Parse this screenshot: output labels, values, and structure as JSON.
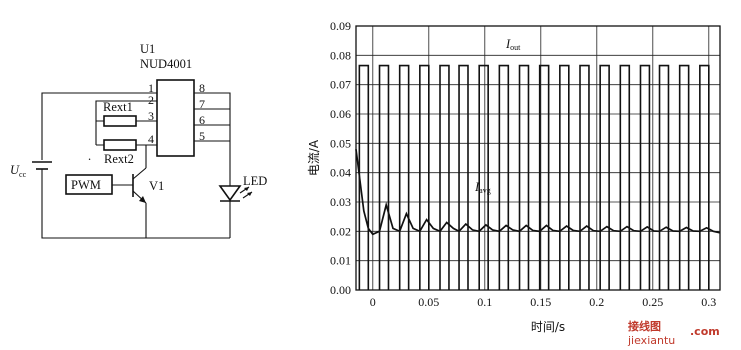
{
  "circuit": {
    "ic_ref": "U1",
    "ic_part": "NUD4001",
    "pins_left": [
      "1",
      "2",
      "3",
      "4"
    ],
    "pins_right": [
      "8",
      "7",
      "6",
      "5"
    ],
    "rext1": "Rext1",
    "rext2": "Rext2",
    "dot": ".",
    "supply_symbol": "U",
    "supply_sub": "cc",
    "pwm": "PWM",
    "transistor": "V1",
    "led": "LED"
  },
  "chart_data": {
    "type": "line",
    "xlabel": "时间/s",
    "ylabel": "电流/A",
    "xticks": [
      "0",
      "0.05",
      "0.1",
      "0.15",
      "0.2",
      "0.25",
      "0.3"
    ],
    "yticks": [
      "0.00",
      "0.01",
      "0.02",
      "0.03",
      "0.04",
      "0.05",
      "0.06",
      "0.07",
      "0.08",
      "0.09"
    ],
    "xlim": [
      -0.015,
      0.31
    ],
    "ylim": [
      0,
      0.09
    ],
    "grid": true,
    "series": [
      {
        "label_symbol": "I",
        "label_sub": "out",
        "shape": "pulse_train",
        "high": 0.0765,
        "low": 0,
        "pulse_starts": [
          -0.012,
          0.006,
          0.024,
          0.042,
          0.06,
          0.077,
          0.095,
          0.113,
          0.131,
          0.149,
          0.167,
          0.185,
          0.203,
          0.221,
          0.239,
          0.256,
          0.274,
          0.292
        ],
        "pulse_width": 0.008
      },
      {
        "label_symbol": "I",
        "label_sub": "avg",
        "shape": "ripple",
        "points": [
          [
            -0.015,
            0.048
          ],
          [
            -0.008,
            0.027
          ],
          [
            -0.004,
            0.021
          ],
          [
            0,
            0.019
          ],
          [
            0.006,
            0.02
          ],
          [
            0.012,
            0.029
          ],
          [
            0.018,
            0.021
          ],
          [
            0.024,
            0.02
          ],
          [
            0.03,
            0.026
          ],
          [
            0.036,
            0.021
          ],
          [
            0.042,
            0.02
          ],
          [
            0.048,
            0.024
          ],
          [
            0.054,
            0.021
          ],
          [
            0.06,
            0.02
          ],
          [
            0.066,
            0.023
          ],
          [
            0.072,
            0.021
          ],
          [
            0.077,
            0.02
          ],
          [
            0.083,
            0.0225
          ],
          [
            0.089,
            0.0205
          ],
          [
            0.095,
            0.02
          ],
          [
            0.101,
            0.0222
          ],
          [
            0.107,
            0.0205
          ],
          [
            0.113,
            0.02
          ],
          [
            0.119,
            0.022
          ],
          [
            0.125,
            0.0205
          ],
          [
            0.131,
            0.02
          ],
          [
            0.137,
            0.022
          ],
          [
            0.143,
            0.0203
          ],
          [
            0.149,
            0.02
          ],
          [
            0.155,
            0.022
          ],
          [
            0.161,
            0.0203
          ],
          [
            0.167,
            0.02
          ],
          [
            0.173,
            0.0218
          ],
          [
            0.179,
            0.0203
          ],
          [
            0.185,
            0.02
          ],
          [
            0.191,
            0.0218
          ],
          [
            0.197,
            0.0202
          ],
          [
            0.203,
            0.02
          ],
          [
            0.209,
            0.0216
          ],
          [
            0.215,
            0.0202
          ],
          [
            0.221,
            0.02
          ],
          [
            0.227,
            0.0216
          ],
          [
            0.233,
            0.0202
          ],
          [
            0.239,
            0.02
          ],
          [
            0.245,
            0.0215
          ],
          [
            0.251,
            0.0201
          ],
          [
            0.256,
            0.02
          ],
          [
            0.262,
            0.0214
          ],
          [
            0.268,
            0.0201
          ],
          [
            0.274,
            0.02
          ],
          [
            0.28,
            0.0213
          ],
          [
            0.286,
            0.0201
          ],
          [
            0.292,
            0.02
          ],
          [
            0.298,
            0.0212
          ],
          [
            0.304,
            0.02
          ],
          [
            0.31,
            0.0195
          ]
        ]
      }
    ]
  },
  "watermark": {
    "cn": "接线图",
    "latin": "jiexiantu",
    "site": ".com"
  }
}
